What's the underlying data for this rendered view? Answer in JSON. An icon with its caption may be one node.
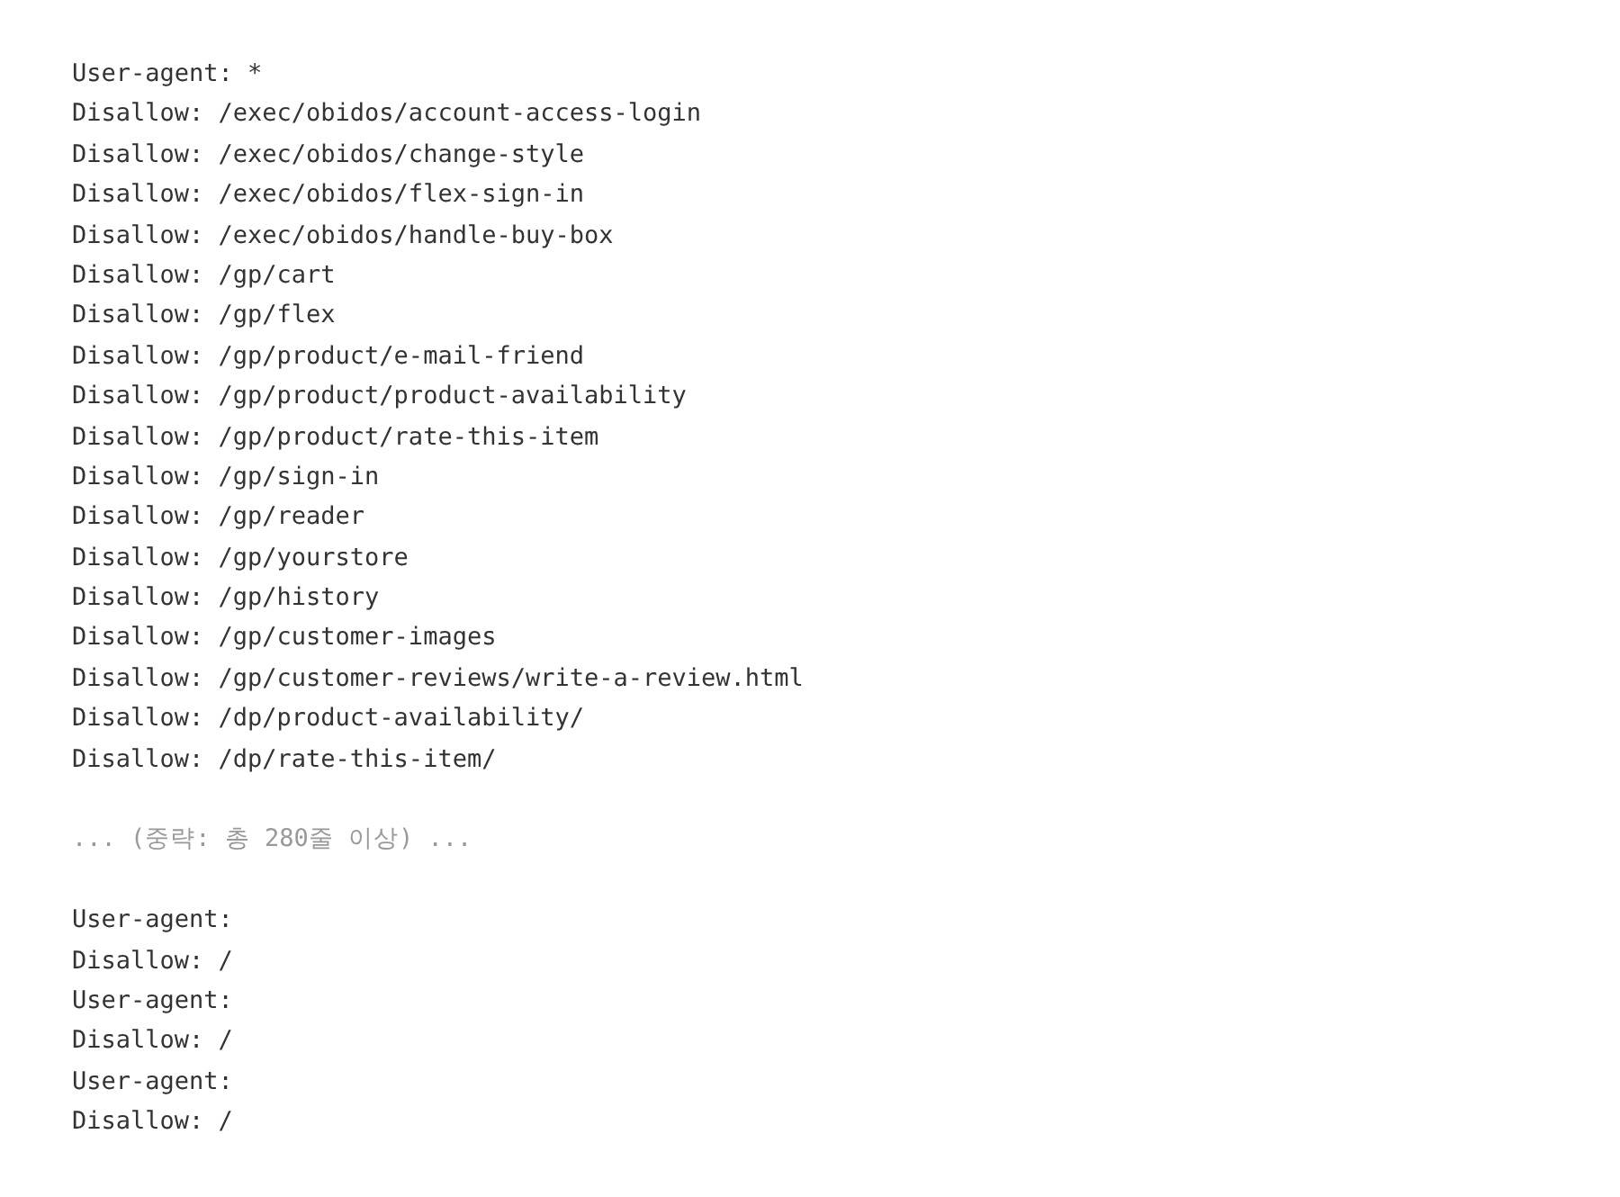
{
  "diagram": {
    "labels": [
      "User-agent: *",
      "Disallow: /exec/obidos/account-access-login",
      "Disallow: /exec/obidos/change-style",
      "Disallow: /exec/obidos/flex-sign-in",
      "Disallow: /exec/obidos/handle-buy-box",
      "Disallow: /gp/cart",
      "Disallow: /gp/flex",
      "Disallow: /gp/product/e-mail-friend",
      "Disallow: /gp/product/product-availability",
      "Disallow: /gp/product/rate-this-item",
      "Disallow: /gp/sign-in",
      "Disallow: /gp/reader",
      "Disallow: /gp/yourstore",
      "Disallow: /gp/history",
      "Disallow: /gp/customer-images",
      "Disallow: /gp/customer-reviews/write-a-review.html",
      "Disallow: /dp/product-availability/",
      "Disallow: /dp/rate-this-item/",
      "... (중략: 총 280줄 이상) ...",
      "User-agent:",
      "Disallow: /",
      "User-agent:",
      "Disallow: /",
      "User-agent:",
      "Disallow: /"
    ]
  }
}
